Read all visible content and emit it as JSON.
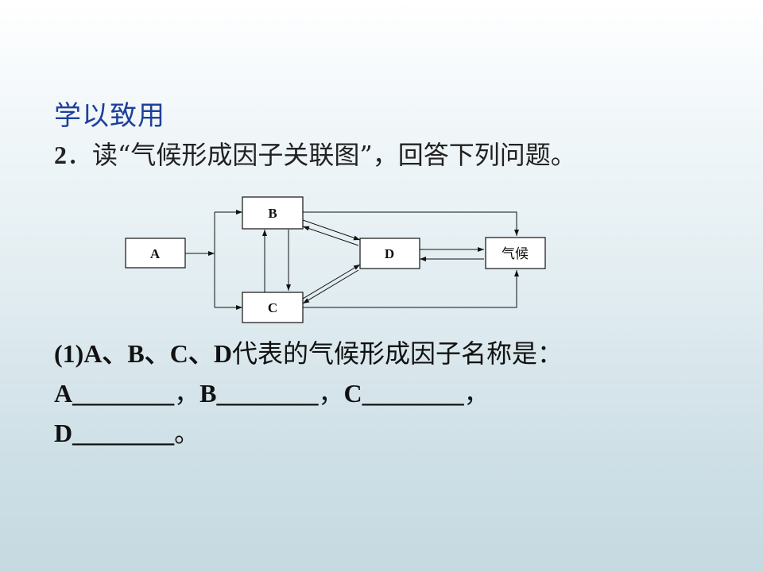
{
  "heading": "学以致用",
  "question": {
    "number": "2",
    "text": "．读“气候形成因子关联图”，回答下列问题。"
  },
  "diagram": {
    "nodes": {
      "a": "A",
      "b": "B",
      "c": "C",
      "d": "D",
      "climate": "气候"
    }
  },
  "sub_question": {
    "prefix": "(1)A、B、C、D",
    "text": "代表的气候形成因子名称是："
  },
  "answers": {
    "a_label": "A",
    "a_blank": "________",
    "sep1": "，",
    "b_label": "B",
    "b_blank": "________",
    "sep2": "，",
    "c_label": "C",
    "c_blank": "________",
    "sep3": "，",
    "d_label": "D",
    "d_blank": "________",
    "end": "。"
  }
}
